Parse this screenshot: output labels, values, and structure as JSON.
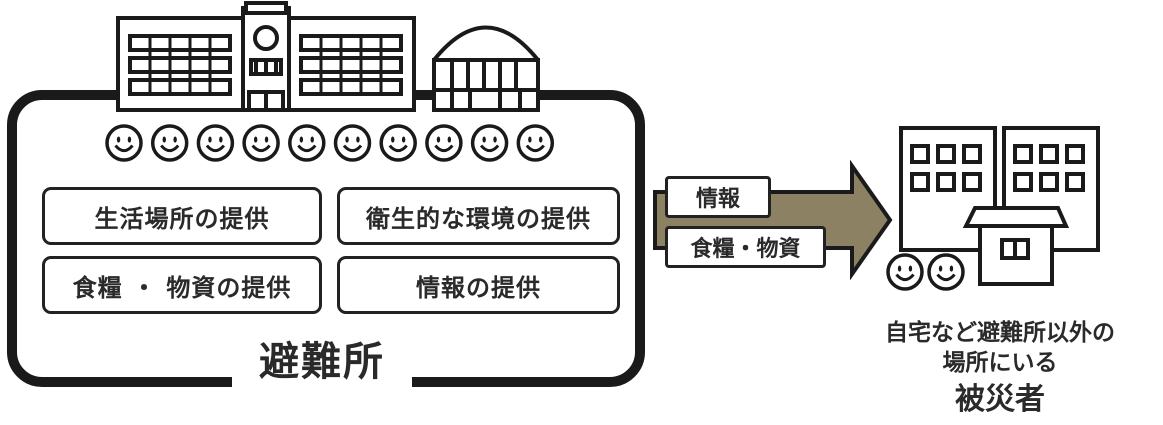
{
  "shelter": {
    "label": "避難所",
    "services": [
      "生活場所の提供",
      "衛生的な環境の提供",
      "食糧 ・ 物資の提供",
      "情報の提供"
    ]
  },
  "flow": {
    "tags": [
      "情報",
      "食糧・物資"
    ]
  },
  "victims": {
    "line1": "自宅など避難所以外の",
    "line2": "場所にいる",
    "line3": "被災者"
  },
  "colors": {
    "arrow": "#8c8263",
    "outline": "#222222"
  },
  "icons": [
    "school-building-icon",
    "gymnasium-icon",
    "smiley-face-icon",
    "apartment-building-icon",
    "house-icon"
  ]
}
